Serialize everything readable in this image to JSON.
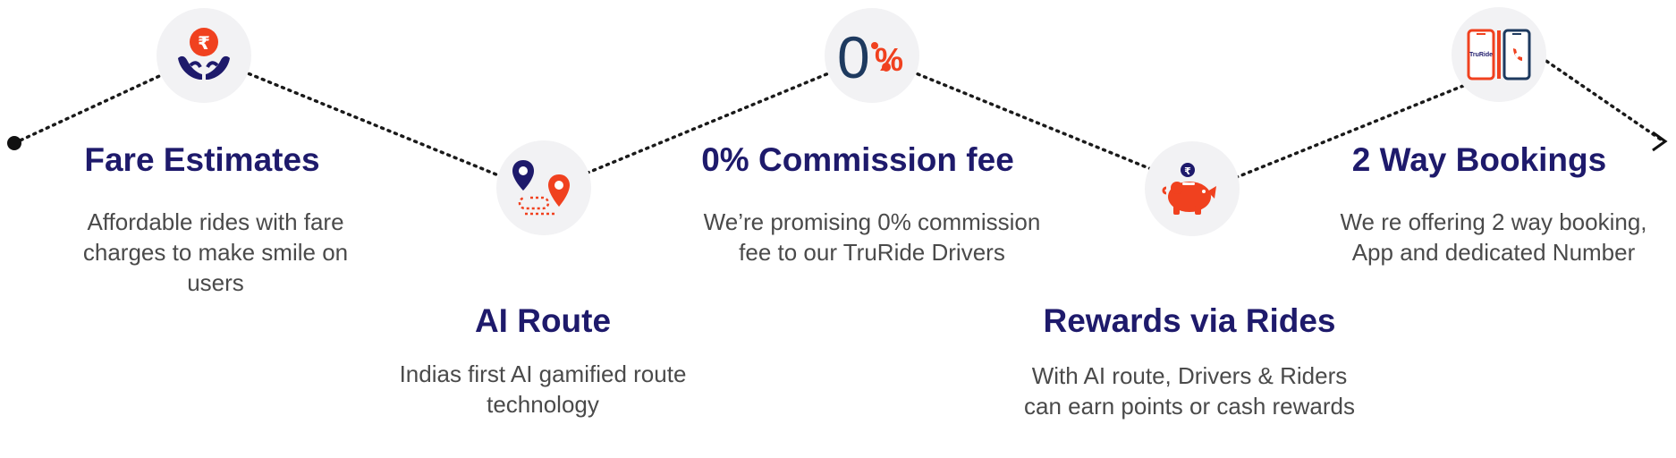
{
  "features": [
    {
      "title": "Fare Estimates",
      "desc": "Affordable rides with fare charges to make smile on users",
      "icon": "rupee-hands-icon"
    },
    {
      "title": "AI Route",
      "desc": "Indias first AI gamified route technology",
      "icon": "route-pins-icon"
    },
    {
      "title": "0% Commission fee",
      "desc": "We’re promising 0% commission fee to our TruRide Drivers",
      "icon": "zero-percent-icon",
      "icon_text": {
        "zero": "0",
        "percent": "%"
      }
    },
    {
      "title": "Rewards via Rides",
      "desc": "With AI route, Drivers & Riders can earn points or cash rewards",
      "icon": "piggy-bank-icon"
    },
    {
      "title": "2 Way Bookings",
      "desc": "We re offering 2 way booking, App and dedicated Number",
      "icon": "phone-booking-icon",
      "icon_text": {
        "brand": "TruRide"
      }
    }
  ],
  "colors": {
    "title": "#1e1a6b",
    "text": "#4a4a4a",
    "accent": "#f0411f",
    "navy": "#1e1a6b",
    "circle": "#f2f2f4"
  }
}
